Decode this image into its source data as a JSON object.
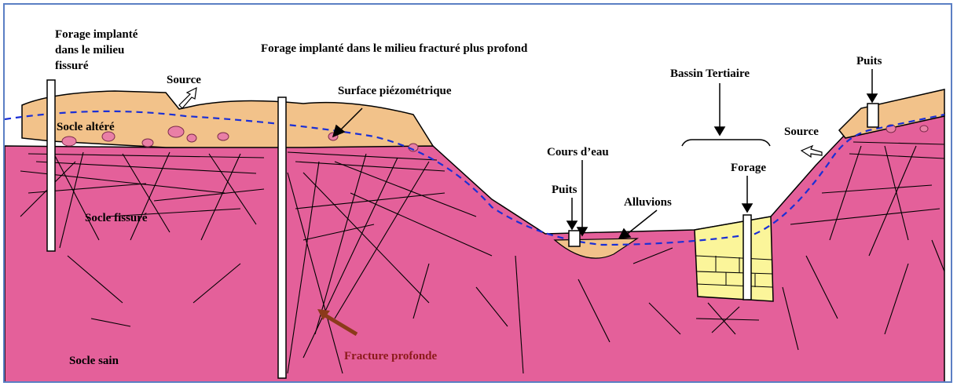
{
  "labels": {
    "forage_fissure": [
      "Forage implanté",
      "dans le milieu",
      "fissuré"
    ],
    "forage_fracture": "Forage implanté dans le milieu fracturé plus profond",
    "source_left": "Source",
    "surface_piezo": "Surface piézométrique",
    "bassin": "Bassin Tertiaire",
    "puits_right": "Puits",
    "source_right": "Source",
    "socle_altere": "Socle altéré",
    "socle_fissure": "Socle fissuré",
    "socle_sain": "Socle sain",
    "cours_eau": "Cours d’eau",
    "puits_mid": "Puits",
    "alluvions": "Alluvions",
    "forage_right": "Forage",
    "fracture_profonde": "Fracture profonde"
  },
  "colors": {
    "frame": "#5b7fc4",
    "socle_sain": "#e4609a",
    "socle_altere": "#f2c28a",
    "nodules": "#e97fa6",
    "bassin_fill": "#fbf59a",
    "alluvions_fill": "#f2c28a",
    "water_table": "#1a2fd6",
    "arrow_fracture": "#8b3a1a"
  }
}
